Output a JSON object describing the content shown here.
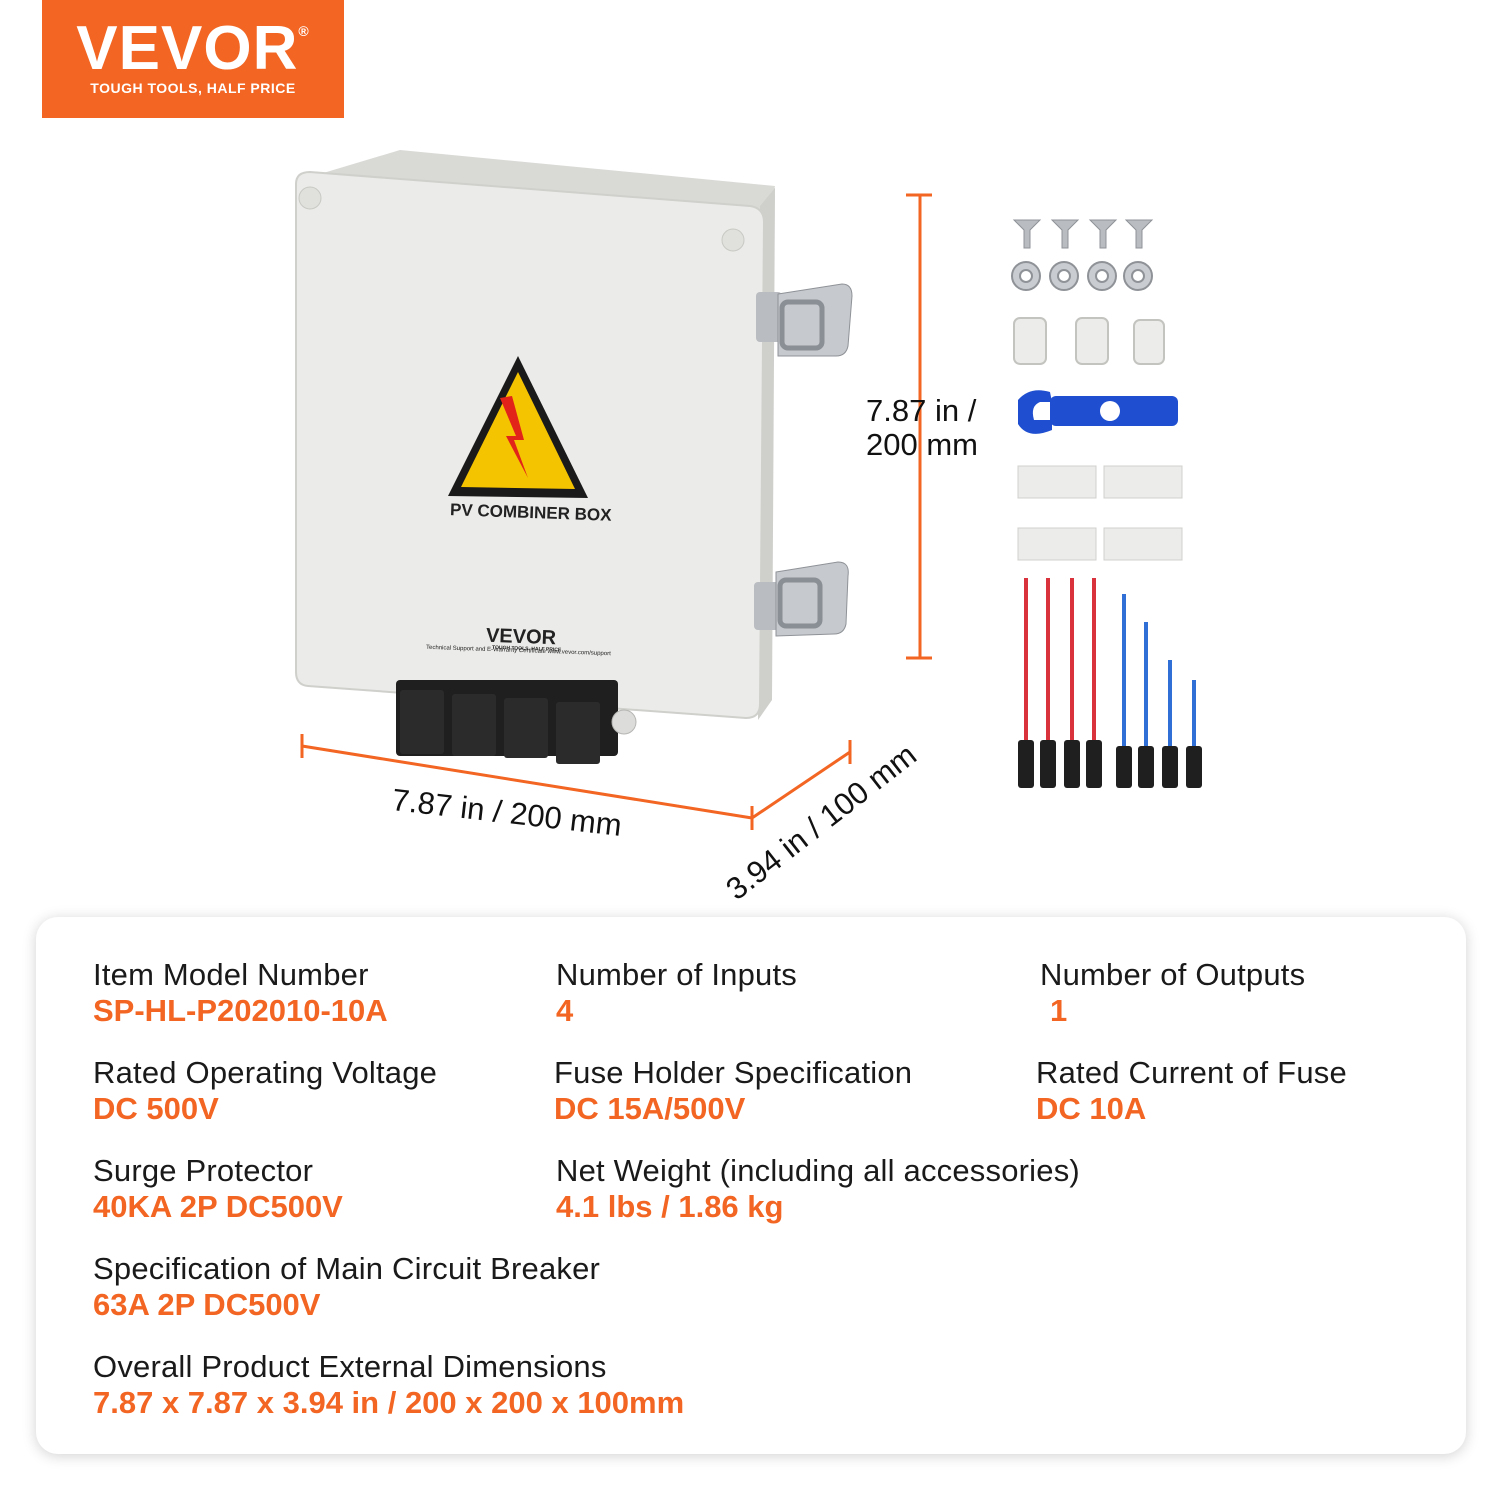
{
  "logo": {
    "brand": "VEVOR",
    "registered": "®",
    "tagline": "TOUGH TOOLS, HALF PRICE"
  },
  "product": {
    "box_label": "PV COMBINER BOX",
    "box_brand": "VEVOR",
    "box_brand_tagline": "TOUGH TOOLS, HALF PRICE",
    "box_support_text": "Technical Support and E-Warranty Certificate www.vevor.com/support"
  },
  "dimensions": {
    "height_line1": "7.87 in /",
    "height_line2": "200 mm",
    "width": "7.87 in / 200 mm",
    "depth": "3.94 in / 100 mm"
  },
  "specs": [
    {
      "label": "Item Model Number",
      "value": "SP-HL-P202010-10A"
    },
    {
      "label": "Number of Inputs",
      "value": "4"
    },
    {
      "label": "Number of Outputs",
      "value": "1"
    },
    {
      "label": "Rated Operating Voltage",
      "value": "DC 500V"
    },
    {
      "label": "Fuse Holder Specification",
      "value": "DC 15A/500V"
    },
    {
      "label": "Rated Current of Fuse",
      "value": "DC 10A"
    },
    {
      "label": "Surge Protector",
      "value": "40KA 2P DC500V"
    },
    {
      "label": "Net Weight (including all accessories)",
      "value": "4.1 lbs / 1.86 kg"
    },
    {
      "label": "Specification of Main Circuit Breaker",
      "value": "63A 2P DC500V"
    },
    {
      "label": "Overall Product External Dimensions",
      "value": "7.87 x 7.87 x 3.94 in / 200 x 200 x 100mm"
    }
  ],
  "colors": {
    "accent": "#f26522",
    "warning_yellow": "#f5c400",
    "warning_red": "#e2231a",
    "cable_red": "#d9323c",
    "cable_blue": "#2f6fd6",
    "wrench_blue": "#1f4fd0"
  }
}
